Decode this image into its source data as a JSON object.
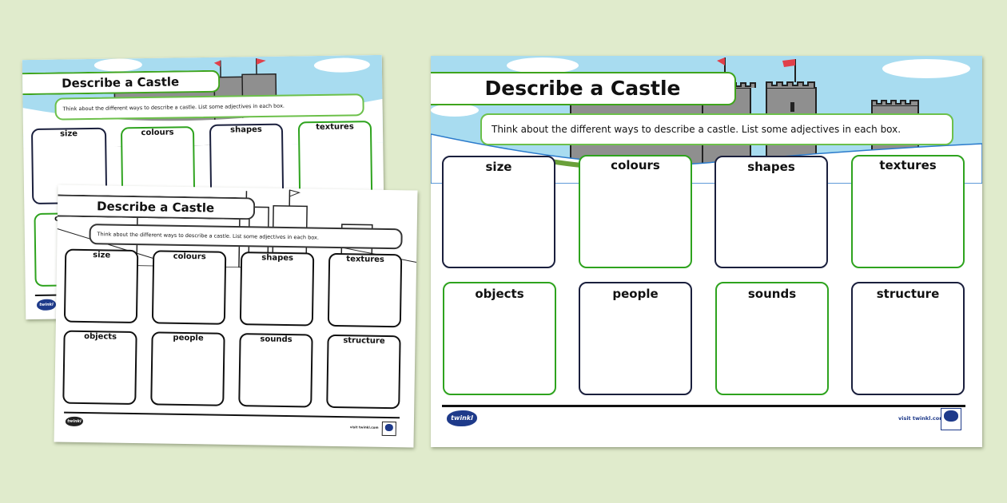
{
  "worksheet": {
    "title": "Describe a Castle",
    "instruction": "Think about the different ways to describe a castle. List some adjectives in each box.",
    "boxes": [
      {
        "label": "size"
      },
      {
        "label": "colours"
      },
      {
        "label": "shapes"
      },
      {
        "label": "textures"
      },
      {
        "label": "objects"
      },
      {
        "label": "people"
      },
      {
        "label": "sounds"
      },
      {
        "label": "structure"
      }
    ],
    "footer": {
      "logo_text": "twinkl",
      "visit_text": "visit twinkl.com"
    }
  },
  "colors": {
    "background": "#e0ebcc",
    "sky": "#a8dcf0",
    "castle_grey": "#8f8f8f",
    "flag_red": "#e0404a",
    "green_border": "#2ea31e",
    "navy_border": "#1a1f3d",
    "brand_blue": "#1e3a8a"
  }
}
